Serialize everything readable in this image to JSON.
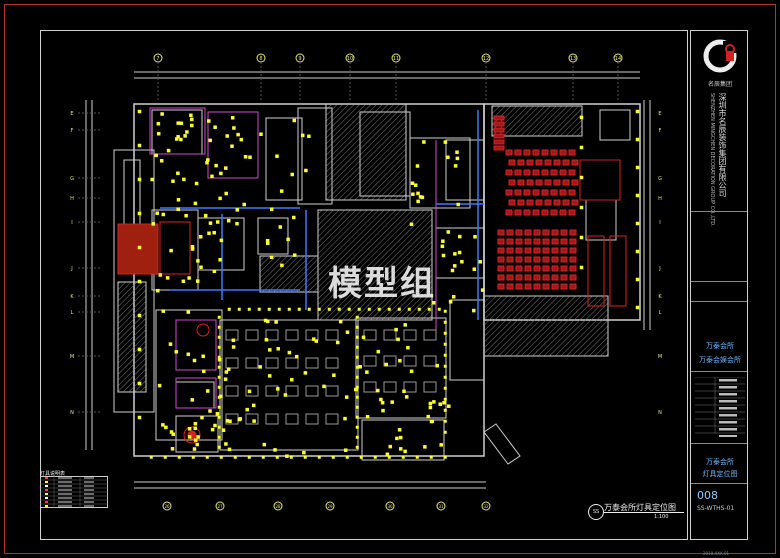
{
  "title_block": {
    "logo_caption": "名辰集团",
    "company_name_cn": "深圳市名辰装饰集团有限公司",
    "company_name_en": "SHENZHEN MINGCHEN DECORATION GROUP CO.,LTD.",
    "project_name": "万泰会所",
    "project_sub": "万泰会娱会所",
    "drawing_name_line1": "万泰会所",
    "drawing_name_line2": "灯具定位图",
    "sheet_number": "008",
    "sheet_code": "SS-WTHS-01",
    "date": "2010.XXX.01"
  },
  "drawing": {
    "title": "万泰会所灯具定位图",
    "scale": "1:100",
    "symbol": "SS",
    "legend_title": "灯具说明表"
  },
  "watermark": "模型组",
  "grid": {
    "top_labels": [
      "7",
      "8",
      "9",
      "10",
      "11",
      "12",
      "13",
      "14"
    ],
    "bottom_labels": [
      "26",
      "27",
      "28",
      "29",
      "30",
      "31",
      "32"
    ],
    "left_labels": [
      "E",
      "F",
      "G",
      "H",
      "I",
      "J",
      "K",
      "L",
      "M",
      "N"
    ]
  },
  "colors": {
    "wall": "#cfcfcf",
    "light": "#ffff33",
    "seat": "#d82222",
    "accent": "#3a7bff",
    "frame": "#b23333"
  }
}
